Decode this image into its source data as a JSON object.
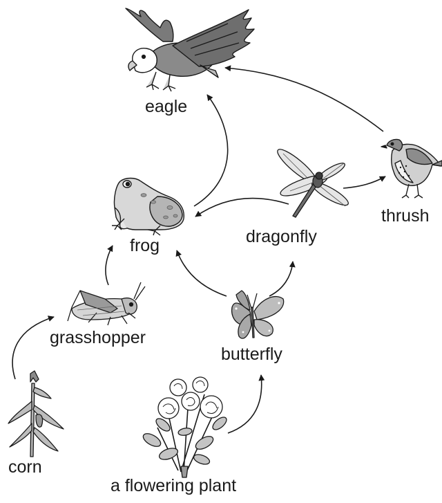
{
  "diagram": {
    "type": "food-web",
    "colors": {
      "ink": "#1a1a1a",
      "fill_dark": "#6e6e6e",
      "fill_mid": "#9a9a9a",
      "fill_light": "#c8c8c8",
      "background": "#ffffff"
    },
    "organisms": [
      {
        "id": "eagle",
        "label": "eagle",
        "icon": "eagle-icon"
      },
      {
        "id": "thrush",
        "label": "thrush",
        "icon": "thrush-icon"
      },
      {
        "id": "dragonfly",
        "label": "dragonfly",
        "icon": "dragonfly-icon"
      },
      {
        "id": "frog",
        "label": "frog",
        "icon": "frog-icon"
      },
      {
        "id": "grasshopper",
        "label": "grasshopper",
        "icon": "grasshopper-icon"
      },
      {
        "id": "butterfly",
        "label": "butterfly",
        "icon": "butterfly-icon"
      },
      {
        "id": "corn",
        "label": "corn",
        "icon": "corn-icon"
      },
      {
        "id": "flowering_plant",
        "label": "a flowering plant",
        "icon": "flowering-plant-icon"
      }
    ],
    "arrows": [
      {
        "from": "corn",
        "to": "grasshopper"
      },
      {
        "from": "grasshopper",
        "to": "frog"
      },
      {
        "from": "flowering_plant",
        "to": "butterfly"
      },
      {
        "from": "butterfly",
        "to": "frog"
      },
      {
        "from": "butterfly",
        "to": "dragonfly"
      },
      {
        "from": "dragonfly",
        "to": "frog"
      },
      {
        "from": "dragonfly",
        "to": "thrush"
      },
      {
        "from": "frog",
        "to": "eagle"
      },
      {
        "from": "thrush",
        "to": "eagle"
      }
    ]
  }
}
